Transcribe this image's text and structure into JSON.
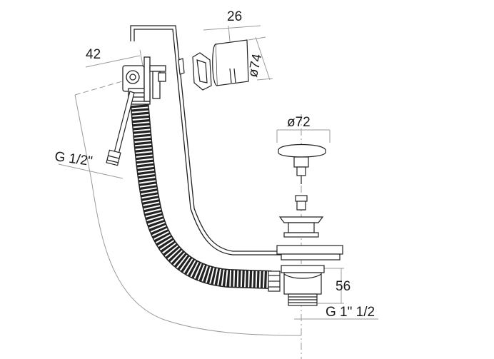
{
  "dimensions": {
    "overflow_width": "42",
    "cap_width": "26",
    "cap_diameter": "ø74",
    "plug_diameter": "ø72",
    "waste_height": "56",
    "overflow_thread": "G 1/2\"",
    "waste_thread": "G 1\" 1/2"
  },
  "colors": {
    "line": "#222222",
    "dim_line": "#9a9a9a",
    "fill": "#ffffff"
  }
}
